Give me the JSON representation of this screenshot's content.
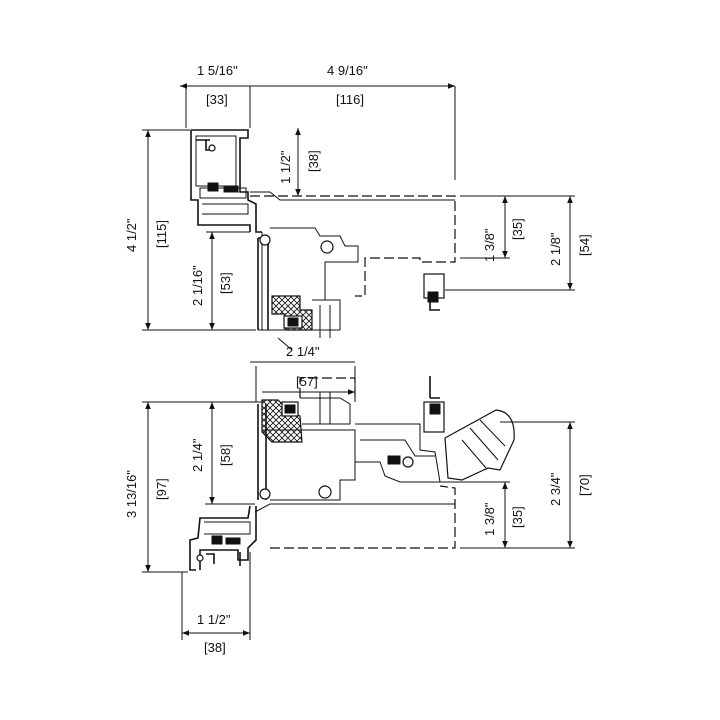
{
  "top_section": {
    "dims": {
      "w_left_in": "1 5/16\"",
      "w_left_mm": "[33]",
      "w_right_in": "4 9/16\"",
      "w_right_mm": "[116]",
      "h_upper_in": "1 1/2\"",
      "h_upper_mm": "[38]",
      "h_total_in": "4 1/2\"",
      "h_total_mm": "[115]",
      "h_lower_in": "2 1/16\"",
      "h_lower_mm": "[53]",
      "h_r1_in": "1 3/8\"",
      "h_r1_mm": "[35]",
      "h_r2_in": "2 1/8\"",
      "h_r2_mm": "[54]"
    }
  },
  "bottom_section": {
    "dims": {
      "w_top_in": "2 1/4\"",
      "w_top_mm": "[57]",
      "h_total_in": "3 13/16\"",
      "h_total_mm": "[97]",
      "h_mid_in": "2 1/4\"",
      "h_mid_mm": "[58]",
      "h_r1_in": "1 3/8\"",
      "h_r1_mm": "[35]",
      "h_r2_in": "2 3/4\"",
      "h_r2_mm": "[70]",
      "w_bottom_in": "1 1/2\"",
      "w_bottom_mm": "[38]"
    }
  }
}
